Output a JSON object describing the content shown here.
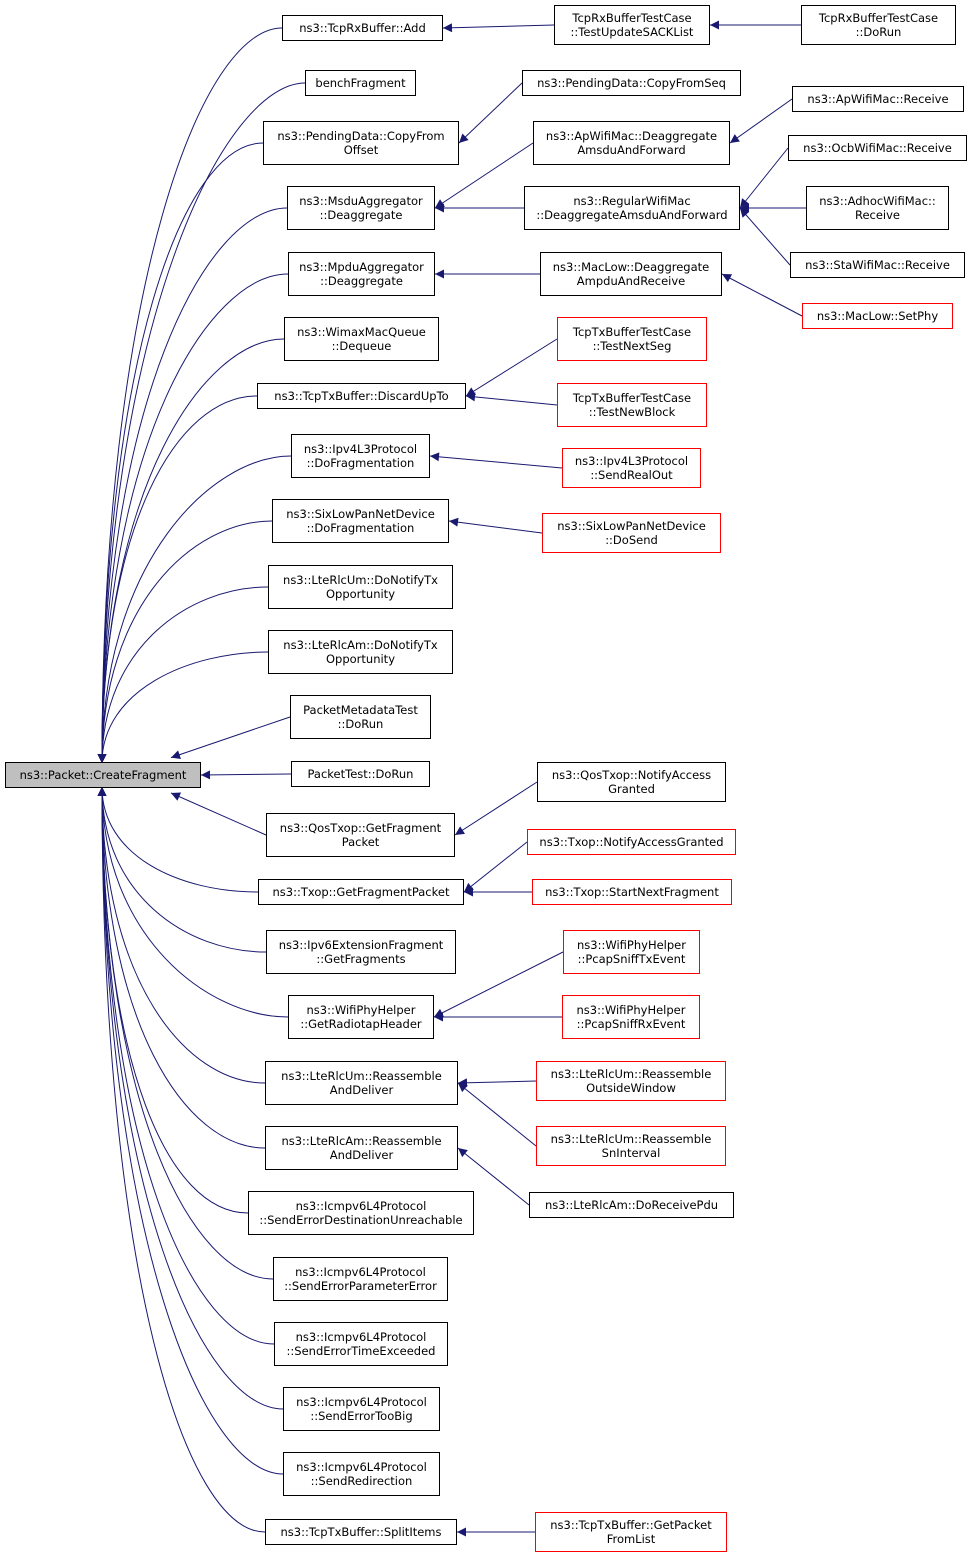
{
  "graph": {
    "edge_color": "#191970",
    "root": {
      "id": "root",
      "lines": [
        "ns3::Packet::CreateFragment"
      ]
    },
    "nodes": [
      {
        "id": "n1",
        "lines": [
          "ns3::TcpRxBuffer::Add"
        ],
        "border": "black"
      },
      {
        "id": "n2",
        "lines": [
          "benchFragment"
        ],
        "border": "black"
      },
      {
        "id": "n3",
        "lines": [
          "ns3::PendingData::CopyFrom",
          "Offset"
        ],
        "border": "black"
      },
      {
        "id": "n4",
        "lines": [
          "ns3::MsduAggregator",
          "::Deaggregate"
        ],
        "border": "black"
      },
      {
        "id": "n5",
        "lines": [
          "ns3::MpduAggregator",
          "::Deaggregate"
        ],
        "border": "black"
      },
      {
        "id": "n6",
        "lines": [
          "ns3::WimaxMacQueue",
          "::Dequeue"
        ],
        "border": "black"
      },
      {
        "id": "n7",
        "lines": [
          "ns3::TcpTxBuffer::DiscardUpTo"
        ],
        "border": "black"
      },
      {
        "id": "n8",
        "lines": [
          "ns3::Ipv4L3Protocol",
          "::DoFragmentation"
        ],
        "border": "black"
      },
      {
        "id": "n9",
        "lines": [
          "ns3::SixLowPanNetDevice",
          "::DoFragmentation"
        ],
        "border": "black"
      },
      {
        "id": "n10",
        "lines": [
          "ns3::LteRlcUm::DoNotifyTx",
          "Opportunity"
        ],
        "border": "black"
      },
      {
        "id": "n11",
        "lines": [
          "ns3::LteRlcAm::DoNotifyTx",
          "Opportunity"
        ],
        "border": "black"
      },
      {
        "id": "n12",
        "lines": [
          "PacketMetadataTest",
          "::DoRun"
        ],
        "border": "black"
      },
      {
        "id": "n13",
        "lines": [
          "PacketTest::DoRun"
        ],
        "border": "black"
      },
      {
        "id": "n14",
        "lines": [
          "ns3::QosTxop::GetFragment",
          "Packet"
        ],
        "border": "black"
      },
      {
        "id": "n15",
        "lines": [
          "ns3::Txop::GetFragmentPacket"
        ],
        "border": "black"
      },
      {
        "id": "n16",
        "lines": [
          "ns3::Ipv6ExtensionFragment",
          "::GetFragments"
        ],
        "border": "black"
      },
      {
        "id": "n17",
        "lines": [
          "ns3::WifiPhyHelper",
          "::GetRadiotapHeader"
        ],
        "border": "black"
      },
      {
        "id": "n18",
        "lines": [
          "ns3::LteRlcUm::Reassemble",
          "AndDeliver"
        ],
        "border": "black"
      },
      {
        "id": "n19",
        "lines": [
          "ns3::LteRlcAm::Reassemble",
          "AndDeliver"
        ],
        "border": "black"
      },
      {
        "id": "n20",
        "lines": [
          "ns3::Icmpv6L4Protocol",
          "::SendErrorDestinationUnreachable"
        ],
        "border": "black"
      },
      {
        "id": "n21",
        "lines": [
          "ns3::Icmpv6L4Protocol",
          "::SendErrorParameterError"
        ],
        "border": "black"
      },
      {
        "id": "n22",
        "lines": [
          "ns3::Icmpv6L4Protocol",
          "::SendErrorTimeExceeded"
        ],
        "border": "black"
      },
      {
        "id": "n23",
        "lines": [
          "ns3::Icmpv6L4Protocol",
          "::SendErrorTooBig"
        ],
        "border": "black"
      },
      {
        "id": "n24",
        "lines": [
          "ns3::Icmpv6L4Protocol",
          "::SendRedirection"
        ],
        "border": "black"
      },
      {
        "id": "n25",
        "lines": [
          "ns3::TcpTxBuffer::SplitItems"
        ],
        "border": "black"
      },
      {
        "id": "m1",
        "lines": [
          "TcpRxBufferTestCase",
          "::TestUpdateSACKList"
        ],
        "border": "black"
      },
      {
        "id": "m2",
        "lines": [
          "ns3::PendingData::CopyFromSeq"
        ],
        "border": "black"
      },
      {
        "id": "m3",
        "lines": [
          "ns3::ApWifiMac::Deaggregate",
          "AmsduAndForward"
        ],
        "border": "black"
      },
      {
        "id": "m4",
        "lines": [
          "ns3::RegularWifiMac",
          "::DeaggregateAmsduAndForward"
        ],
        "border": "black"
      },
      {
        "id": "m5",
        "lines": [
          "ns3::MacLow::Deaggregate",
          "AmpduAndReceive"
        ],
        "border": "black"
      },
      {
        "id": "m6",
        "lines": [
          "TcpTxBufferTestCase",
          "::TestNextSeg"
        ],
        "border": "red"
      },
      {
        "id": "m7",
        "lines": [
          "TcpTxBufferTestCase",
          "::TestNewBlock"
        ],
        "border": "red"
      },
      {
        "id": "m8",
        "lines": [
          "ns3::Ipv4L3Protocol",
          "::SendRealOut"
        ],
        "border": "red"
      },
      {
        "id": "m9",
        "lines": [
          "ns3::SixLowPanNetDevice",
          "::DoSend"
        ],
        "border": "red"
      },
      {
        "id": "m10",
        "lines": [
          "ns3::QosTxop::NotifyAccess",
          "Granted"
        ],
        "border": "black"
      },
      {
        "id": "m11",
        "lines": [
          "ns3::Txop::NotifyAccessGranted"
        ],
        "border": "red"
      },
      {
        "id": "m12",
        "lines": [
          "ns3::Txop::StartNextFragment"
        ],
        "border": "red"
      },
      {
        "id": "m13",
        "lines": [
          "ns3::WifiPhyHelper",
          "::PcapSniffTxEvent"
        ],
        "border": "red"
      },
      {
        "id": "m14",
        "lines": [
          "ns3::WifiPhyHelper",
          "::PcapSniffRxEvent"
        ],
        "border": "red"
      },
      {
        "id": "m15",
        "lines": [
          "ns3::LteRlcUm::Reassemble",
          "OutsideWindow"
        ],
        "border": "red"
      },
      {
        "id": "m16",
        "lines": [
          "ns3::LteRlcUm::Reassemble",
          "SnInterval"
        ],
        "border": "red"
      },
      {
        "id": "m17",
        "lines": [
          "ns3::LteRlcAm::DoReceivePdu"
        ],
        "border": "black"
      },
      {
        "id": "m18",
        "lines": [
          "ns3::TcpTxBuffer::GetPacket",
          "FromList"
        ],
        "border": "red"
      },
      {
        "id": "r1",
        "lines": [
          "TcpRxBufferTestCase",
          "::DoRun"
        ],
        "border": "black"
      },
      {
        "id": "r2",
        "lines": [
          "ns3::ApWifiMac::Receive"
        ],
        "border": "black"
      },
      {
        "id": "r3",
        "lines": [
          "ns3::OcbWifiMac::Receive"
        ],
        "border": "black"
      },
      {
        "id": "r4",
        "lines": [
          "ns3::AdhocWifiMac::",
          "Receive"
        ],
        "border": "black"
      },
      {
        "id": "r5",
        "lines": [
          "ns3::StaWifiMac::Receive"
        ],
        "border": "black"
      },
      {
        "id": "r6",
        "lines": [
          "ns3::MacLow::SetPhy"
        ],
        "border": "red"
      }
    ],
    "edges": [
      [
        "n1",
        "root"
      ],
      [
        "n2",
        "root"
      ],
      [
        "n3",
        "root"
      ],
      [
        "n4",
        "root"
      ],
      [
        "n5",
        "root"
      ],
      [
        "n6",
        "root"
      ],
      [
        "n7",
        "root"
      ],
      [
        "n8",
        "root"
      ],
      [
        "n9",
        "root"
      ],
      [
        "n10",
        "root"
      ],
      [
        "n11",
        "root"
      ],
      [
        "n12",
        "root"
      ],
      [
        "n13",
        "root"
      ],
      [
        "n14",
        "root"
      ],
      [
        "n15",
        "root"
      ],
      [
        "n16",
        "root"
      ],
      [
        "n17",
        "root"
      ],
      [
        "n18",
        "root"
      ],
      [
        "n19",
        "root"
      ],
      [
        "n20",
        "root"
      ],
      [
        "n21",
        "root"
      ],
      [
        "n22",
        "root"
      ],
      [
        "n23",
        "root"
      ],
      [
        "n24",
        "root"
      ],
      [
        "n25",
        "root"
      ],
      [
        "m1",
        "n1"
      ],
      [
        "m2",
        "n3"
      ],
      [
        "m3",
        "n4"
      ],
      [
        "m4",
        "n4"
      ],
      [
        "m5",
        "n5"
      ],
      [
        "m6",
        "n7"
      ],
      [
        "m7",
        "n7"
      ],
      [
        "m8",
        "n8"
      ],
      [
        "m9",
        "n9"
      ],
      [
        "m10",
        "n14"
      ],
      [
        "m11",
        "n15"
      ],
      [
        "m12",
        "n15"
      ],
      [
        "m13",
        "n17"
      ],
      [
        "m14",
        "n17"
      ],
      [
        "m15",
        "n18"
      ],
      [
        "m16",
        "n18"
      ],
      [
        "m17",
        "n19"
      ],
      [
        "m18",
        "n25"
      ],
      [
        "r1",
        "m1"
      ],
      [
        "r2",
        "m3"
      ],
      [
        "r3",
        "m4"
      ],
      [
        "r4",
        "m4"
      ],
      [
        "r5",
        "m4"
      ],
      [
        "r6",
        "m5"
      ]
    ]
  }
}
